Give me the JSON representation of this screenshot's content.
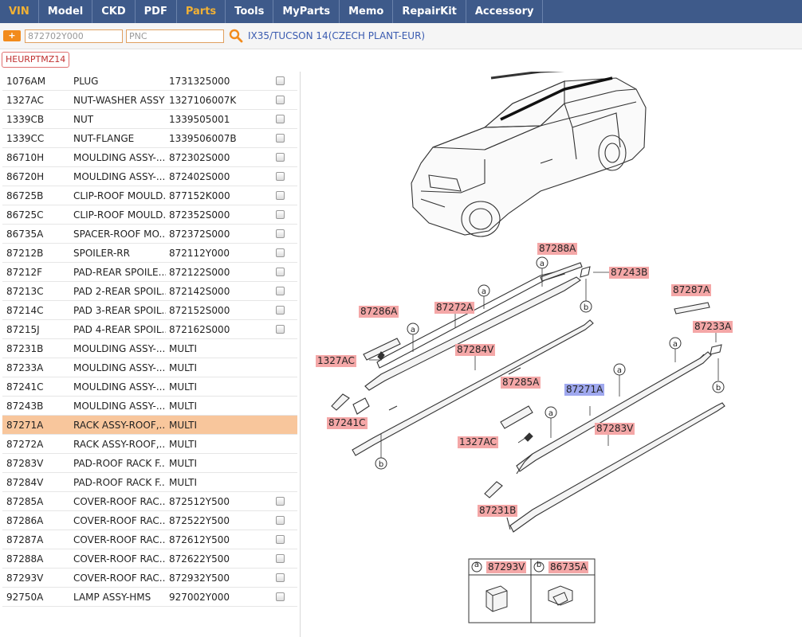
{
  "nav": [
    "VIN",
    "Model",
    "CKD",
    "PDF",
    "Parts",
    "Tools",
    "MyParts",
    "Memo",
    "RepairKit",
    "Accessory"
  ],
  "search": {
    "plus_label": "+",
    "part_value": "872702Y000",
    "pnc_placeholder": "PNC",
    "model_text": "IX35/TUCSON 14(CZECH PLANT-EUR)"
  },
  "tag": "HEURPTMZ14",
  "parts": [
    {
      "code": "1076AM",
      "name": "PLUG",
      "num": "1731325000",
      "check": true
    },
    {
      "code": "1327AC",
      "name": "NUT-WASHER ASSY",
      "num": "1327106007K",
      "check": true
    },
    {
      "code": "1339CB",
      "name": "NUT",
      "num": "1339505001",
      "check": true
    },
    {
      "code": "1339CC",
      "name": "NUT-FLANGE",
      "num": "1339506007B",
      "check": true
    },
    {
      "code": "86710H",
      "name": "MOULDING ASSY-...",
      "num": "872302S000",
      "check": true
    },
    {
      "code": "86720H",
      "name": "MOULDING ASSY-...",
      "num": "872402S000",
      "check": true
    },
    {
      "code": "86725B",
      "name": "CLIP-ROOF MOULD...",
      "num": "877152K000",
      "check": true
    },
    {
      "code": "86725C",
      "name": "CLIP-ROOF MOULD...",
      "num": "872352S000",
      "check": true
    },
    {
      "code": "86735A",
      "name": "SPACER-ROOF MO...",
      "num": "872372S000",
      "check": true
    },
    {
      "code": "87212B",
      "name": "SPOILER-RR",
      "num": "872112Y000",
      "check": true
    },
    {
      "code": "87212F",
      "name": "PAD-REAR SPOILE...",
      "num": "872122S000",
      "check": true
    },
    {
      "code": "87213C",
      "name": "PAD 2-REAR SPOIL...",
      "num": "872142S000",
      "check": true
    },
    {
      "code": "87214C",
      "name": "PAD 3-REAR SPOIL...",
      "num": "872152S000",
      "check": true
    },
    {
      "code": "87215J",
      "name": "PAD 4-REAR SPOIL...",
      "num": "872162S000",
      "check": true
    },
    {
      "code": "87231B",
      "name": "MOULDING ASSY-...",
      "num": "MULTI",
      "check": false
    },
    {
      "code": "87233A",
      "name": "MOULDING ASSY-...",
      "num": "MULTI",
      "check": false
    },
    {
      "code": "87241C",
      "name": "MOULDING ASSY-...",
      "num": "MULTI",
      "check": false
    },
    {
      "code": "87243B",
      "name": "MOULDING ASSY-...",
      "num": "MULTI",
      "check": false
    },
    {
      "code": "87271A",
      "name": "RACK ASSY-ROOF,...",
      "num": "MULTI",
      "check": false,
      "selected": true
    },
    {
      "code": "87272A",
      "name": "RACK ASSY-ROOF,...",
      "num": "MULTI",
      "check": false
    },
    {
      "code": "87283V",
      "name": "PAD-ROOF RACK F...",
      "num": "MULTI",
      "check": false
    },
    {
      "code": "87284V",
      "name": "PAD-ROOF RACK F...",
      "num": "MULTI",
      "check": false
    },
    {
      "code": "87285A",
      "name": "COVER-ROOF RAC...",
      "num": "872512Y500",
      "check": true
    },
    {
      "code": "87286A",
      "name": "COVER-ROOF RAC...",
      "num": "872522Y500",
      "check": true
    },
    {
      "code": "87287A",
      "name": "COVER-ROOF RAC...",
      "num": "872612Y500",
      "check": true
    },
    {
      "code": "87288A",
      "name": "COVER-ROOF RAC...",
      "num": "872622Y500",
      "check": true
    },
    {
      "code": "87293V",
      "name": "COVER-ROOF RAC...",
      "num": "872932Y500",
      "check": true
    },
    {
      "code": "92750A",
      "name": "LAMP ASSY-HMS",
      "num": "927002Y000",
      "check": true
    }
  ],
  "diagram_labels": [
    "87288A",
    "87243B",
    "87287A",
    "87286A",
    "87272A",
    "87233A",
    "87284V",
    "1327AC",
    "87285A",
    "87271A",
    "87241C",
    "87283V",
    "1327AC",
    "87231B",
    "87293V",
    "86735A"
  ],
  "legend_letters": [
    "a",
    "b"
  ],
  "colors": {
    "nav_bg": "#3e5a8a",
    "active_nav": "#f2b134",
    "selected_row": "#f8c69c",
    "label_pink": "#f4a7a7",
    "label_blue": "#9fa8ef"
  }
}
